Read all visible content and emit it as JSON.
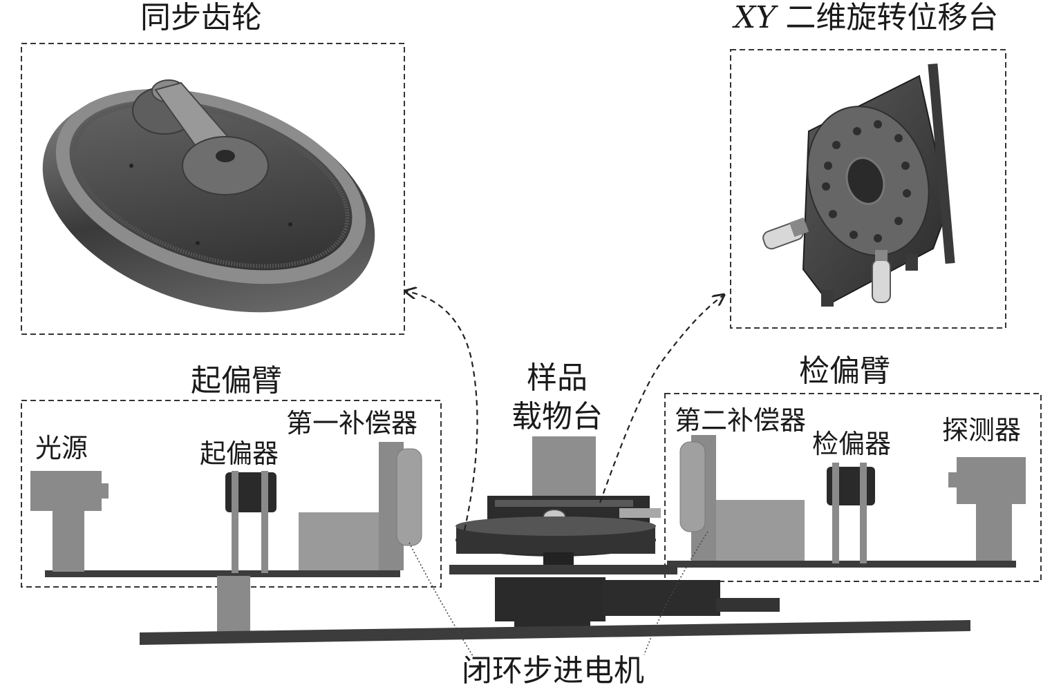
{
  "title_parts": {
    "xy_italic": "XY",
    "xy_rest": "二维旋转位移台"
  },
  "labels": {
    "sync_gear": "同步齿轮",
    "polarizer_arm": "起偏臂",
    "analyzer_arm": "检偏臂",
    "sample_stage_line1": "样品",
    "sample_stage_line2": "载物台",
    "light_source": "光源",
    "polarizer": "起偏器",
    "first_compensator": "第一补偿器",
    "second_compensator": "第二补偿器",
    "analyzer": "检偏器",
    "detector": "探测器",
    "stepper_motor": "闭环步进电机"
  },
  "colors": {
    "line": "#222222",
    "part_gray": "#8a8a8a",
    "part_dark": "#2e2e2e",
    "part_light": "#b5b5b5",
    "rail": "#3c3c3c"
  }
}
